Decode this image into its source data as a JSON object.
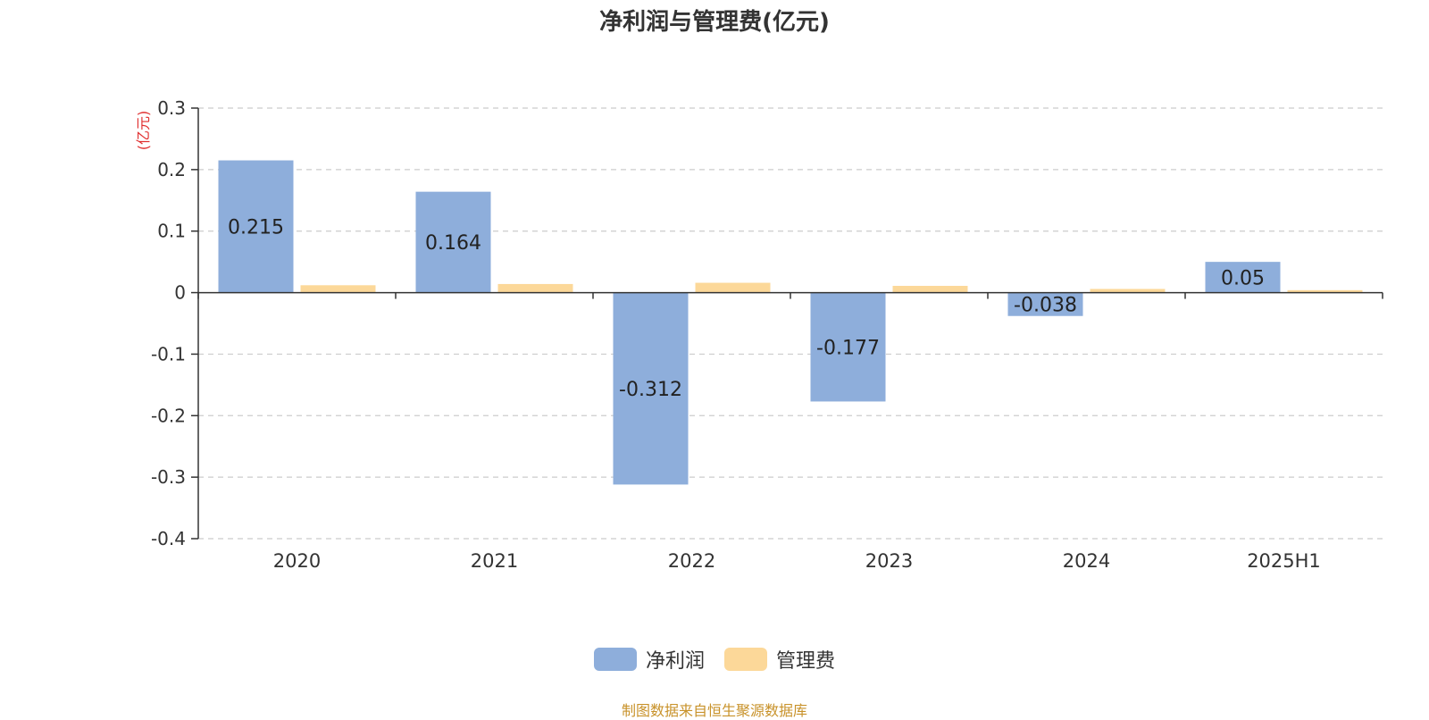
{
  "title": "净利润与管理费(亿元)",
  "source_note": "制图数据来自恒生聚源数据库",
  "colors": {
    "series1": "#8eaedb",
    "series2": "#fcd899",
    "unit": "#e03030",
    "grid": "#cccccc",
    "axis": "#333333"
  },
  "chart_data": {
    "type": "bar",
    "title": "净利润与管理费(亿元)",
    "unit_label": "(亿元)",
    "categories": [
      "2020",
      "2021",
      "2022",
      "2023",
      "2024",
      "2025H1"
    ],
    "series": [
      {
        "name": "净利润",
        "values": [
          0.215,
          0.164,
          -0.312,
          -0.177,
          -0.038,
          0.05
        ],
        "labels": [
          "0.215",
          "0.164",
          "-0.312",
          "-0.177",
          "-0.038",
          "0.05"
        ]
      },
      {
        "name": "管理费",
        "values": [
          0.012,
          0.014,
          0.016,
          0.011,
          0.006,
          0.004
        ]
      }
    ],
    "ylim": [
      -0.4,
      0.3
    ],
    "yticks": [
      0.3,
      0.2,
      0.1,
      0,
      -0.1,
      -0.2,
      -0.3,
      -0.4
    ],
    "ytick_labels": [
      "0.3",
      "0.2",
      "0.1",
      "0",
      "-0.1",
      "-0.2",
      "-0.3",
      "-0.4"
    ],
    "grid": true,
    "legend_position": "bottom-center"
  }
}
